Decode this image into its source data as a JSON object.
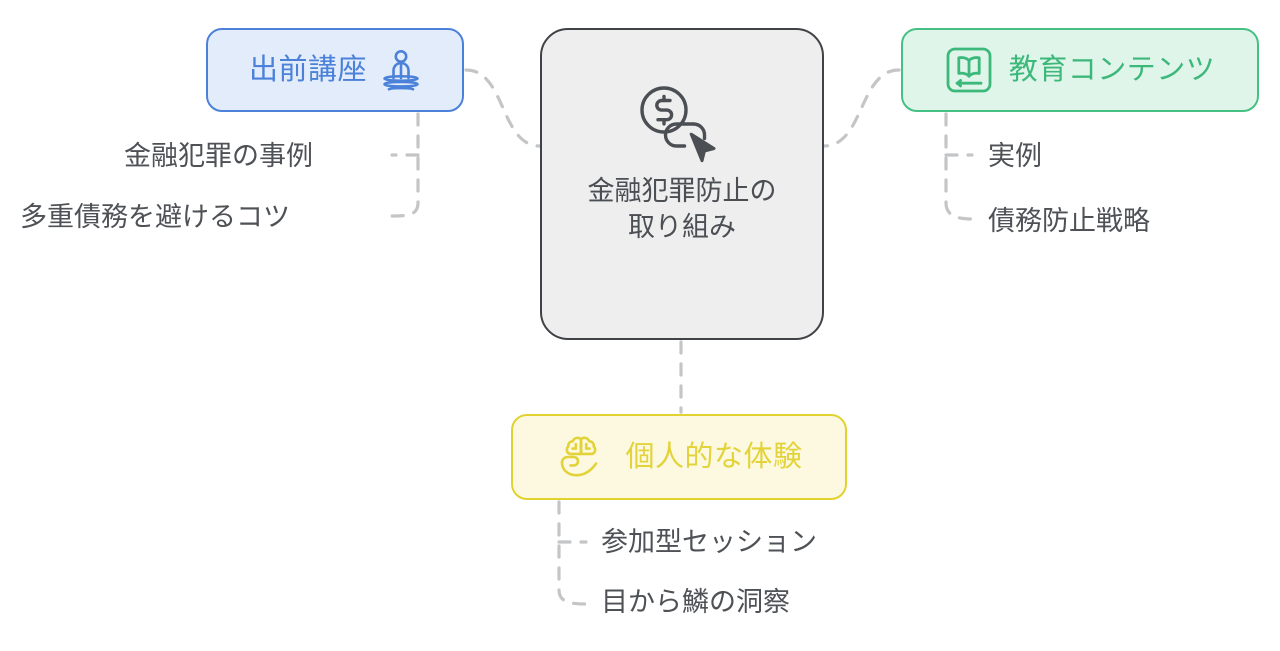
{
  "diagram": {
    "type": "mindmap",
    "title": "金融犯罪防止の取り組み"
  },
  "central": {
    "label": "金融犯罪防止の取り組み",
    "icon": "money-cursor-icon",
    "fill": "#eeeeee",
    "border": "#3f4246",
    "text_color": "#4b4f54"
  },
  "branches": [
    {
      "id": "lecture",
      "label": "出前講座",
      "icon": "person-podium-icon",
      "color": "#4b81d8",
      "fill": "#e3ecfb",
      "leaves": [
        {
          "id": "case",
          "label": "金融犯罪の事例"
        },
        {
          "id": "debt-tips",
          "label": "多重債務を避けるコツ"
        }
      ]
    },
    {
      "id": "education",
      "label": "教育コンテンツ",
      "icon": "book-card-icon",
      "color": "#3cb87b",
      "fill": "#e0f5ea",
      "leaves": [
        {
          "id": "example",
          "label": "実例"
        },
        {
          "id": "strategy",
          "label": "債務防止戦略"
        }
      ]
    },
    {
      "id": "experience",
      "label": "個人的な体験",
      "icon": "brain-hand-icon",
      "color": "#e3d33a",
      "fill": "#fcf9e0",
      "leaves": [
        {
          "id": "session",
          "label": "参加型セッション"
        },
        {
          "id": "insight",
          "label": "目から鱗の洞察"
        }
      ]
    }
  ],
  "connectors": {
    "style": "dashed",
    "color": "#c3c5c7"
  }
}
